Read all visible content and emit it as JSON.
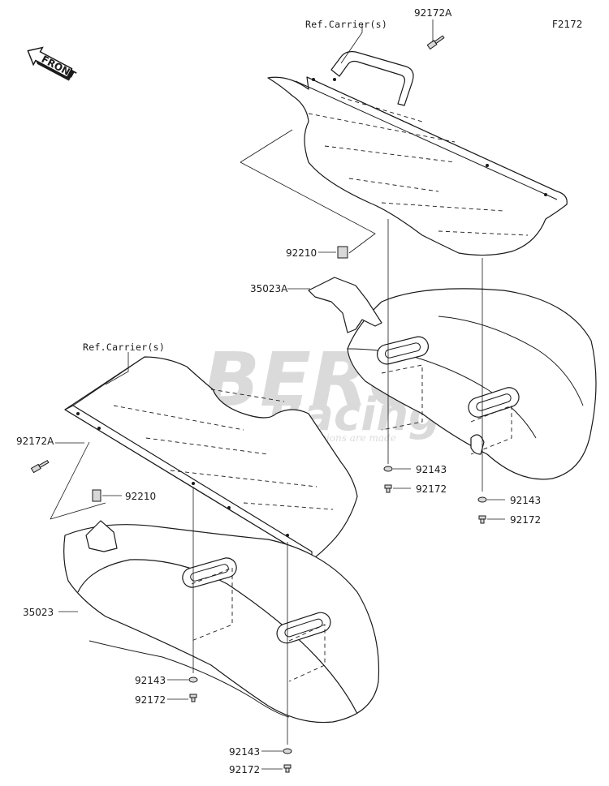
{
  "diagram_code": "F2172",
  "front_label": "FRONT",
  "watermark": {
    "line1": "BERG",
    "line2": "Racing",
    "tagline": "Where Champions are made"
  },
  "labels": {
    "ref_carrier_upper": "Ref.Carrier(s)",
    "ref_carrier_lower": "Ref.Carrier(s)",
    "bolt_upper": "92172A",
    "bolt_lower": "92172A",
    "clip_upper": "92210",
    "clip_lower": "92210",
    "fender_upper": "35023A",
    "fender_lower": "35023",
    "washer_u1": "92143",
    "screw_u1": "92172",
    "washer_u2": "92143",
    "screw_u2": "92172",
    "washer_l1": "92143",
    "screw_l1": "92172",
    "washer_l2": "92143",
    "screw_l2": "92172"
  }
}
